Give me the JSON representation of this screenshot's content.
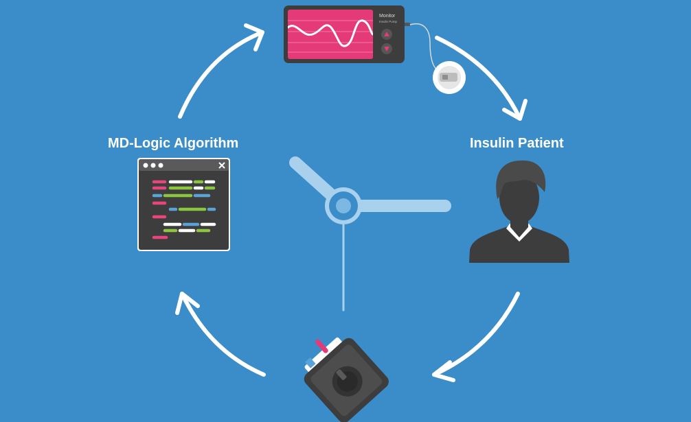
{
  "nodes": {
    "monitor": {
      "name": "",
      "device_title": "Monitor",
      "device_subtitle": "Insulin Pump"
    },
    "patient": {
      "label": "Insulin Patient"
    },
    "pump": {
      "label": ""
    },
    "algorithm": {
      "label": "MD-Logic Algorithm"
    }
  },
  "colors": {
    "background": "#3a8dc8",
    "arrow": "#ffffff",
    "monitor_screen": "#e53a78",
    "device_dark": "#3d3d3d",
    "code_pink": "#e8457e",
    "code_green": "#8cc63f",
    "code_blue": "#5aa3d8",
    "code_white": "#ffffff",
    "clock_hands": "#a9d1ee"
  },
  "icons": [
    "monitor-device-icon",
    "sensor-icon",
    "person-silhouette-icon",
    "insulin-pump-icon",
    "code-window-icon",
    "clock-icon"
  ]
}
